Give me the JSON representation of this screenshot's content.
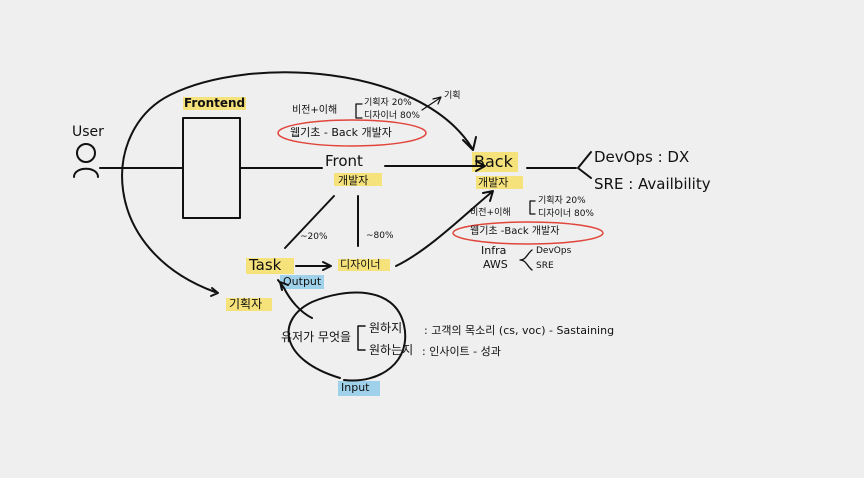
{
  "colors": {
    "background": "#efefef",
    "ink": "#111111",
    "yellow_highlight": "#f6e27a",
    "blue_highlight": "#9fd2ea",
    "red_circle": "#e0463b"
  },
  "nodes": {
    "user": "User",
    "frontend": "Frontend",
    "front": "Front",
    "front_sub": "개발자",
    "back": "Back",
    "back_sub": "개발자",
    "task": "Task",
    "output": "Output",
    "designer": "디자이너",
    "planner": "기획자",
    "input": "Input"
  },
  "front_notes": {
    "vision": "비전+이해",
    "planner_pct": "기획자 20%",
    "designer_pct": "디자이너 80%",
    "side_note": "기획",
    "web_basics": "웹기초 - Back 개발자"
  },
  "back_notes": {
    "vision": "비전+이해",
    "planner_pct": "기획자 20%",
    "designer_pct": "디자이너 80%",
    "web_basics": "웹기초 -Back 개발자",
    "infra": "Infra",
    "aws": "AWS",
    "devops": "DevOps",
    "sre": "SRE"
  },
  "right_labels": {
    "devops_dx": "DevOps : DX",
    "sre_availability": "SRE : Availbility"
  },
  "percent_labels": {
    "task_front": "~20%",
    "designer_front": "~80%"
  },
  "user_needs": {
    "stem": "유저가 무엇을",
    "want": "원하지",
    "want_detail": ": 고객의 목소리 (cs, voc) - Sastaining",
    "not_want": "원하는지",
    "not_want_detail": ": 인사이트 - 성과"
  }
}
